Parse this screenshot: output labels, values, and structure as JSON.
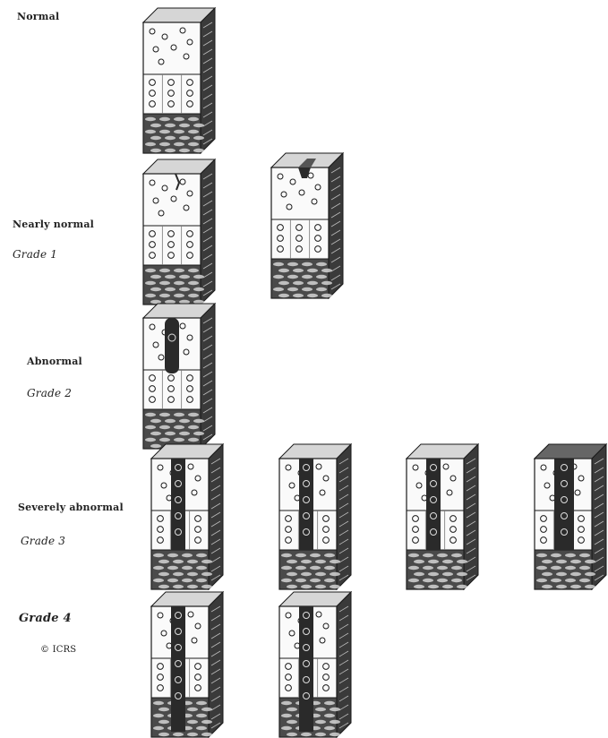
{
  "labels": {
    "normal": "Normal",
    "nearly_normal": "Nearly normal",
    "grade1": "Grade 1",
    "abnormal": "Abnormal",
    "grade2": "Grade 2",
    "severely_abnormal": "Severely abnormal",
    "grade3": "Grade 3",
    "grade4": "Grade 4",
    "copyright": "© ICRS"
  },
  "rows": [
    {
      "name": "normal",
      "blocks": [
        {
          "lesion": "none"
        }
      ]
    },
    {
      "name": "grade1",
      "blocks": [
        {
          "lesion": "surface-fissure"
        },
        {
          "lesion": "surface-notch"
        }
      ]
    },
    {
      "name": "grade2",
      "blocks": [
        {
          "lesion": "partial-upper"
        }
      ]
    },
    {
      "name": "grade3",
      "blocks": [
        {
          "lesion": "deep-to-calcified"
        },
        {
          "lesion": "deep-to-calcified"
        },
        {
          "lesion": "deep-to-calcified"
        },
        {
          "lesion": "deep-with-blistering"
        }
      ]
    },
    {
      "name": "grade4",
      "blocks": [
        {
          "lesion": "through-subchondral-bone"
        },
        {
          "lesion": "through-subchondral-bone"
        }
      ]
    }
  ],
  "colors": {
    "ink": "#1a1a1a",
    "lesion": "#2a2a2a",
    "paper": "#ffffff",
    "bone": "#4a4a4a"
  }
}
